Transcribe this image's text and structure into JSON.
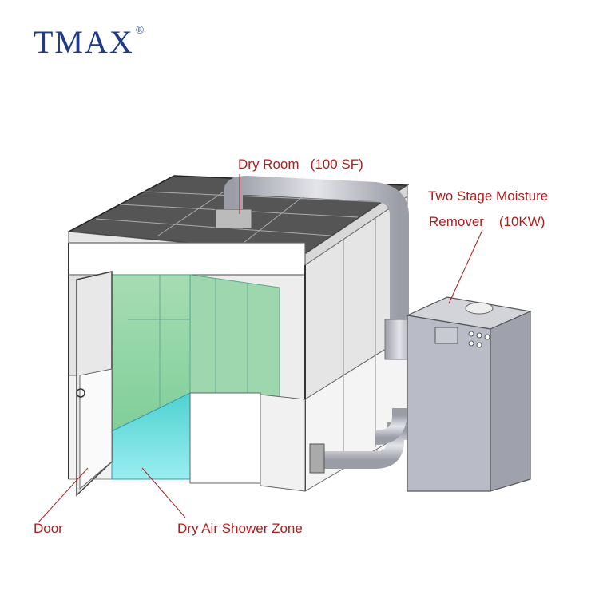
{
  "brand": {
    "name": "TMAX",
    "mark": "®"
  },
  "labels": {
    "dry_room": "Dry Room   (100 SF)",
    "moisture_line1": "Two Stage Moisture",
    "moisture_line2": "Remover    (10KW)",
    "door": "Door",
    "shower_zone": "Dry Air Shower Zone"
  },
  "colors": {
    "brand": "#1f3b86",
    "label": "#b01e1e",
    "glass": "#8fd3a4",
    "shower_floor": "#5ed6d6",
    "unit": "#b7bac5",
    "roof": "#444444"
  }
}
